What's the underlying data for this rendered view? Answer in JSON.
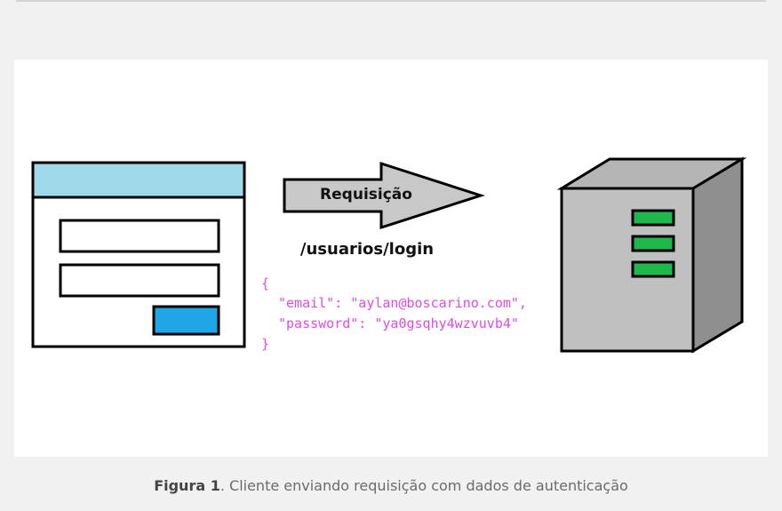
{
  "diagram": {
    "arrow_label": "Requisição",
    "endpoint": "/usuarios/login",
    "json_open": "{",
    "json_email_line": "\"email\": \"aylan@boscarino.com\",",
    "json_password_line": "\"password\": \"ya0gsqhy4wzvuvb4\"",
    "json_close": "}"
  },
  "caption": {
    "label": "Figura 1",
    "text": ". Cliente enviando requisição com dados de autenticação"
  },
  "colors": {
    "window_titlebar": "#9fd9ea",
    "login_button": "#1ea6e6",
    "arrow_fill": "#c8c8c8",
    "server_front": "#c0c0c0",
    "server_side": "#8f8f8f",
    "server_top": "#b5b5b5",
    "server_led": "#1fb84a",
    "json_text": "#e04ae6"
  }
}
